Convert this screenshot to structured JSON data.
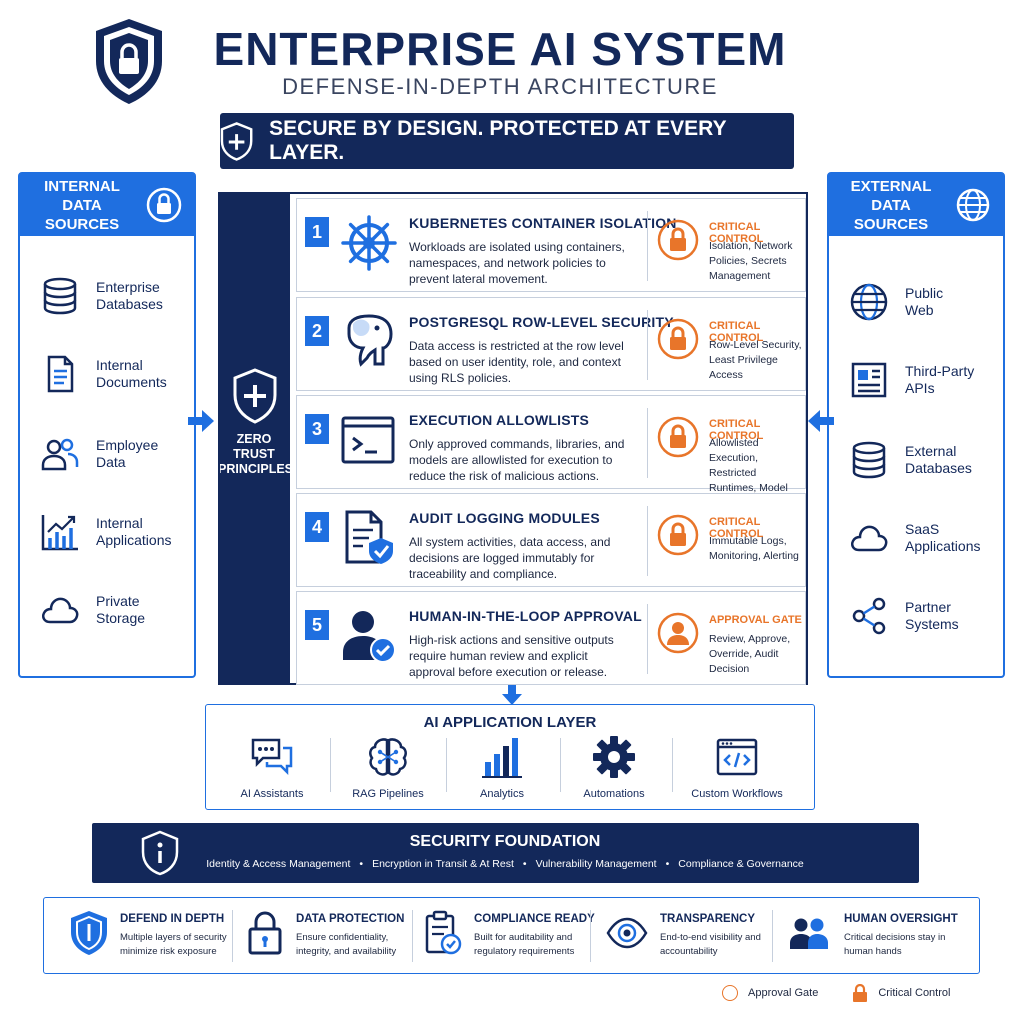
{
  "header": {
    "title": "ENTERPRISE AI SYSTEM",
    "subtitle": "DEFENSE-IN-DEPTH ARCHITECTURE",
    "banner": "SECURE BY DESIGN. PROTECTED AT EVERY LAYER."
  },
  "internal": {
    "title": "INTERNAL\nDATA SOURCES",
    "items": [
      {
        "label": "Enterprise\nDatabases",
        "icon": "database-icon"
      },
      {
        "label": "Internal\nDocuments",
        "icon": "document-icon"
      },
      {
        "label": "Employee\nData",
        "icon": "users-icon"
      },
      {
        "label": "Internal\nApplications",
        "icon": "chart-icon"
      },
      {
        "label": "Private\nStorage",
        "icon": "cloud-icon"
      }
    ]
  },
  "external": {
    "title": "EXTERNAL\nDATA SOURCES",
    "items": [
      {
        "label": "Public\nWeb",
        "icon": "globe-icon"
      },
      {
        "label": "Third-Party\nAPIs",
        "icon": "api-icon"
      },
      {
        "label": "External\nDatabases",
        "icon": "database-icon"
      },
      {
        "label": "SaaS\nApplications",
        "icon": "cloud-icon"
      },
      {
        "label": "Partner\nSystems",
        "icon": "share-icon"
      }
    ]
  },
  "zero_trust": {
    "label": "ZERO\nTRUST\nPRINCIPLES"
  },
  "layers": [
    {
      "num": "1",
      "title": "KUBERNETES CONTAINER ISOLATION",
      "desc": "Workloads are isolated using containers, namespaces, and network policies to prevent lateral movement.",
      "control_title": "CRITICAL CONTROL",
      "control_desc": "Isolation, Network Policies, Secrets Management",
      "icon": "helm-wheel-icon"
    },
    {
      "num": "2",
      "title": "POSTGRESQL ROW-LEVEL SECURITY",
      "desc": "Data access is restricted at the row level based on user identity, role, and context using RLS policies.",
      "control_title": "CRITICAL CONTROL",
      "control_desc": "Row-Level Security, Least Privilege Access",
      "icon": "elephant-icon"
    },
    {
      "num": "3",
      "title": "EXECUTION ALLOWLISTS",
      "desc": "Only approved commands, libraries, and models are allowlisted for execution to reduce the risk of malicious actions.",
      "control_title": "CRITICAL CONTROL",
      "control_desc": "Allowlisted Execution, Restricted Runtimes, Model Governance",
      "icon": "terminal-icon"
    },
    {
      "num": "4",
      "title": "AUDIT LOGGING MODULES",
      "desc": "All system activities, data access, and decisions are logged immutably for traceability and compliance.",
      "control_title": "CRITICAL CONTROL",
      "control_desc": "Immutable Logs, Monitoring, Alerting",
      "icon": "audit-document-icon"
    },
    {
      "num": "5",
      "title": "HUMAN-IN-THE-LOOP APPROVAL",
      "desc": "High-risk actions and sensitive outputs require human review and explicit approval before execution or release.",
      "control_title": "APPROVAL GATE",
      "control_desc": "Review, Approve, Override, Audit Decision",
      "icon": "approver-icon"
    }
  ],
  "app_layer": {
    "title": "AI APPLICATION LAYER",
    "items": [
      {
        "label": "AI Assistants",
        "icon": "chat-icon"
      },
      {
        "label": "RAG Pipelines",
        "icon": "brain-icon"
      },
      {
        "label": "Analytics",
        "icon": "bar-chart-icon"
      },
      {
        "label": "Automations",
        "icon": "gear-icon"
      },
      {
        "label": "Custom Workflows",
        "icon": "code-window-icon"
      }
    ]
  },
  "foundation": {
    "title": "SECURITY FOUNDATION",
    "items": [
      "Identity & Access Management",
      "Encryption in Transit & At Rest",
      "Vulnerability Management",
      "Compliance & Governance"
    ]
  },
  "principles": [
    {
      "title": "DEFEND IN DEPTH",
      "desc": "Multiple layers of security minimize risk exposure",
      "icon": "shield-icon"
    },
    {
      "title": "DATA PROTECTION",
      "desc": "Ensure confidentiality, integrity, and availability",
      "icon": "lock-icon"
    },
    {
      "title": "COMPLIANCE READY",
      "desc": "Built for auditability and regulatory requirements",
      "icon": "clipboard-check-icon"
    },
    {
      "title": "TRANSPARENCY",
      "desc": "End-to-end visibility and accountability",
      "icon": "eye-icon"
    },
    {
      "title": "HUMAN OVERSIGHT",
      "desc": "Critical decisions stay in human hands",
      "icon": "people-icon"
    }
  ],
  "legend": {
    "approval": "Approval Gate",
    "critical": "Critical Control"
  },
  "colors": {
    "navy": "#13285a",
    "blue": "#1f6fe0",
    "orange": "#e8752a"
  }
}
